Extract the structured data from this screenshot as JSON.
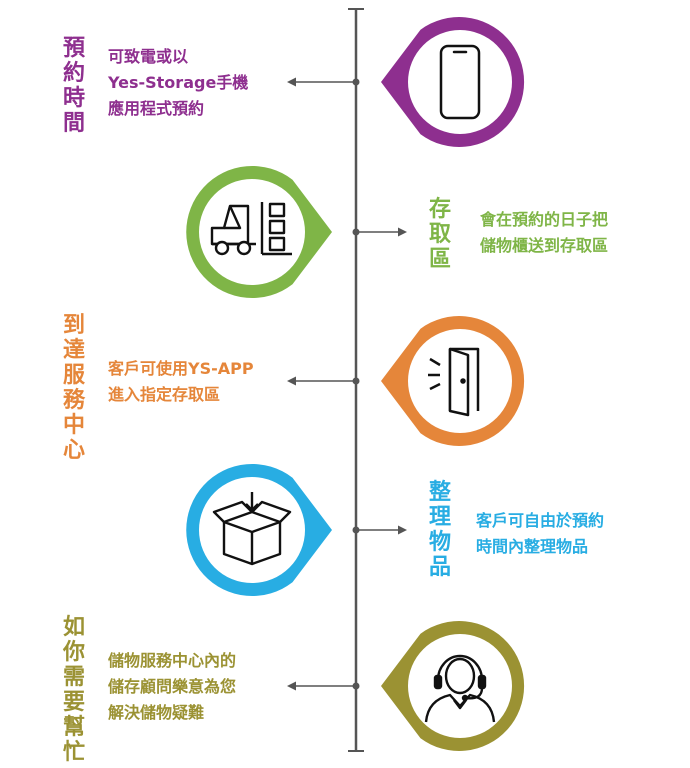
{
  "colors": {
    "purple": "#8e2f8f",
    "green": "#7fb547",
    "orange": "#e5863a",
    "blue": "#28ade3",
    "olive": "#9b9233",
    "line": "#555555"
  },
  "steps": [
    {
      "title": "預\n約\n時\n間",
      "desc": "可致電或以\nYes-Storage手機\n應用程式預約",
      "icon": "smartphone-icon",
      "color": "purple"
    },
    {
      "title": "存\n取\n區",
      "desc": "會在預約的日子把\n儲物櫃送到存取區",
      "icon": "forklift-icon",
      "color": "green"
    },
    {
      "title": "到\n達\n服\n務\n中\n心",
      "desc": "客戶可使用YS-APP\n進入指定存取區",
      "icon": "door-icon",
      "color": "orange"
    },
    {
      "title": "整\n理\n物\n品",
      "desc": "客戶可自由於預約\n時間內整理物品",
      "icon": "box-icon",
      "color": "blue"
    },
    {
      "title": "如\n你\n需\n要\n幫\n忙",
      "desc": "儲物服務中心內的\n儲存顧問樂意為您\n解決儲物疑難",
      "icon": "headset-agent-icon",
      "color": "olive"
    }
  ]
}
